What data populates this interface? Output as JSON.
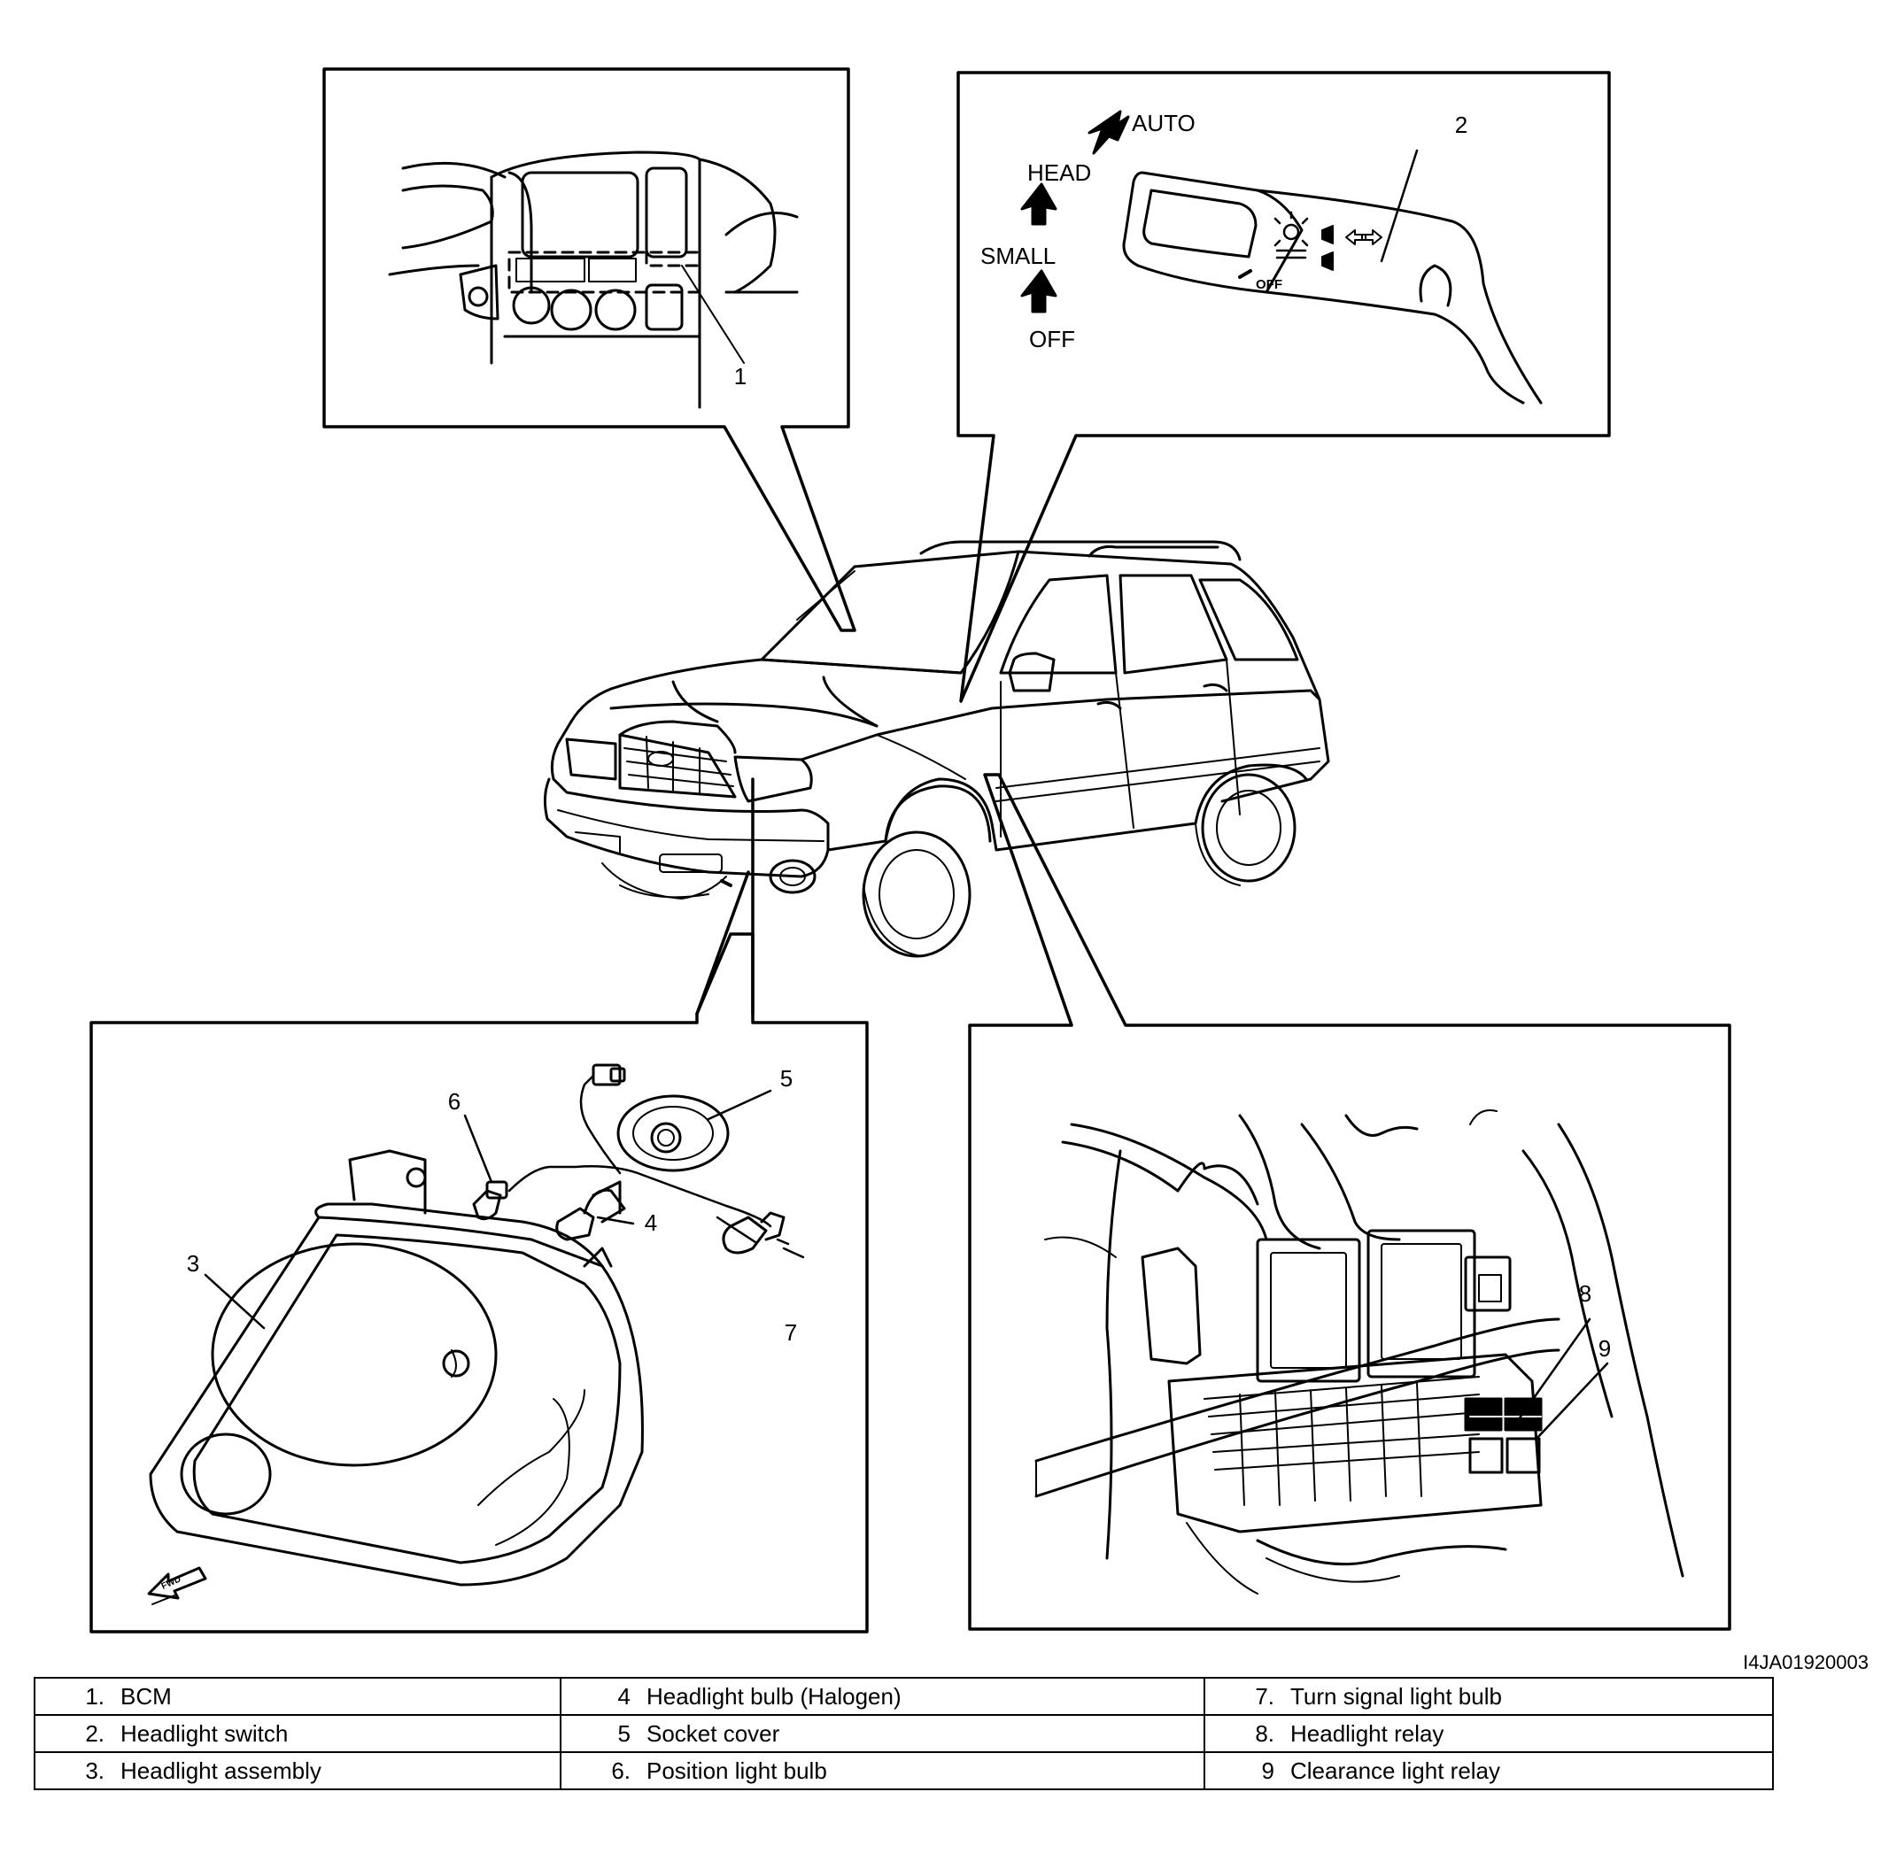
{
  "diagram": {
    "image_code": "I4JA01920003",
    "callouts": [
      "1",
      "2",
      "3",
      "4",
      "5",
      "6",
      "7",
      "8",
      "9"
    ],
    "switch_positions": [
      "AUTO",
      "HEAD",
      "SMALL",
      "OFF"
    ],
    "switch_symbol_text": "OFF",
    "fwd_marker": "FWD"
  },
  "legend": [
    [
      {
        "num": "1.",
        "label": "BCM"
      },
      {
        "num": "4",
        "label": "Headlight bulb (Halogen)"
      },
      {
        "num": "7.",
        "label": "Turn signal light bulb"
      }
    ],
    [
      {
        "num": "2.",
        "label": "Headlight switch"
      },
      {
        "num": "5",
        "label": "Socket cover"
      },
      {
        "num": "8.",
        "label": "Headlight relay"
      }
    ],
    [
      {
        "num": "3.",
        "label": "Headlight assembly"
      },
      {
        "num": "6.",
        "label": "Position light bulb"
      },
      {
        "num": "9",
        "label": "Clearance light relay"
      }
    ]
  ]
}
